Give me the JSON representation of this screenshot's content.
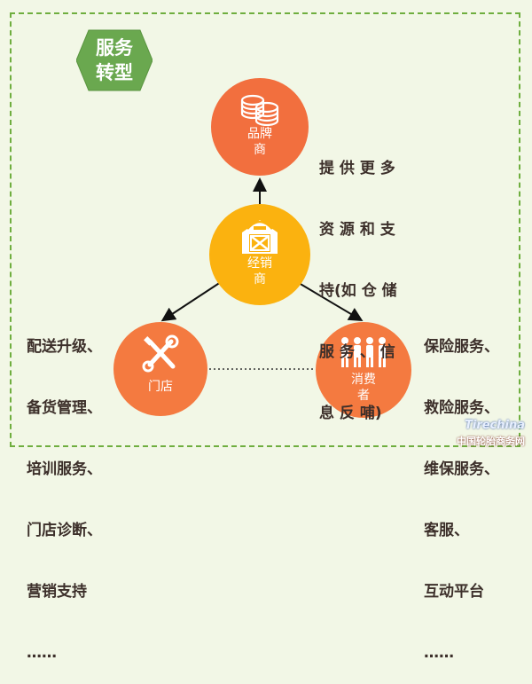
{
  "badge": {
    "line1": "服务",
    "line2": "转型",
    "color": "#6aa84f"
  },
  "nodes": {
    "brand": {
      "label_lines": [
        "品牌",
        "商"
      ],
      "icon": "coins-icon",
      "color": "#f26f3e"
    },
    "dealer": {
      "label_lines": [
        "经销",
        "商"
      ],
      "icon": "barn-icon",
      "color": "#fbb20f"
    },
    "store": {
      "label_lines": [
        "门店"
      ],
      "icon": "tools-icon",
      "color": "#f47a40"
    },
    "consumer": {
      "label_lines": [
        "消费",
        "者"
      ],
      "icon": "people-icon",
      "color": "#f47a40"
    }
  },
  "text_blocks": {
    "brand": [
      "提 供 更 多",
      "资 源 和 支",
      "持(如 仓 储",
      "服 务 、 信",
      "息 反 哺)"
    ],
    "store": [
      "配送升级、",
      "备货管理、",
      "培训服务、",
      "门店诊断、",
      "营销支持",
      "……"
    ],
    "consumer": [
      "保险服务、",
      "救险服务、",
      "维保服务、",
      "客服、",
      "互动平台",
      "……"
    ]
  },
  "watermark": {
    "line1": "Tirechina",
    "line2": "中国轮胎商务网"
  },
  "colors": {
    "background": "#f2f7e6",
    "border": "#6fae3f",
    "arrow": "#111111"
  }
}
